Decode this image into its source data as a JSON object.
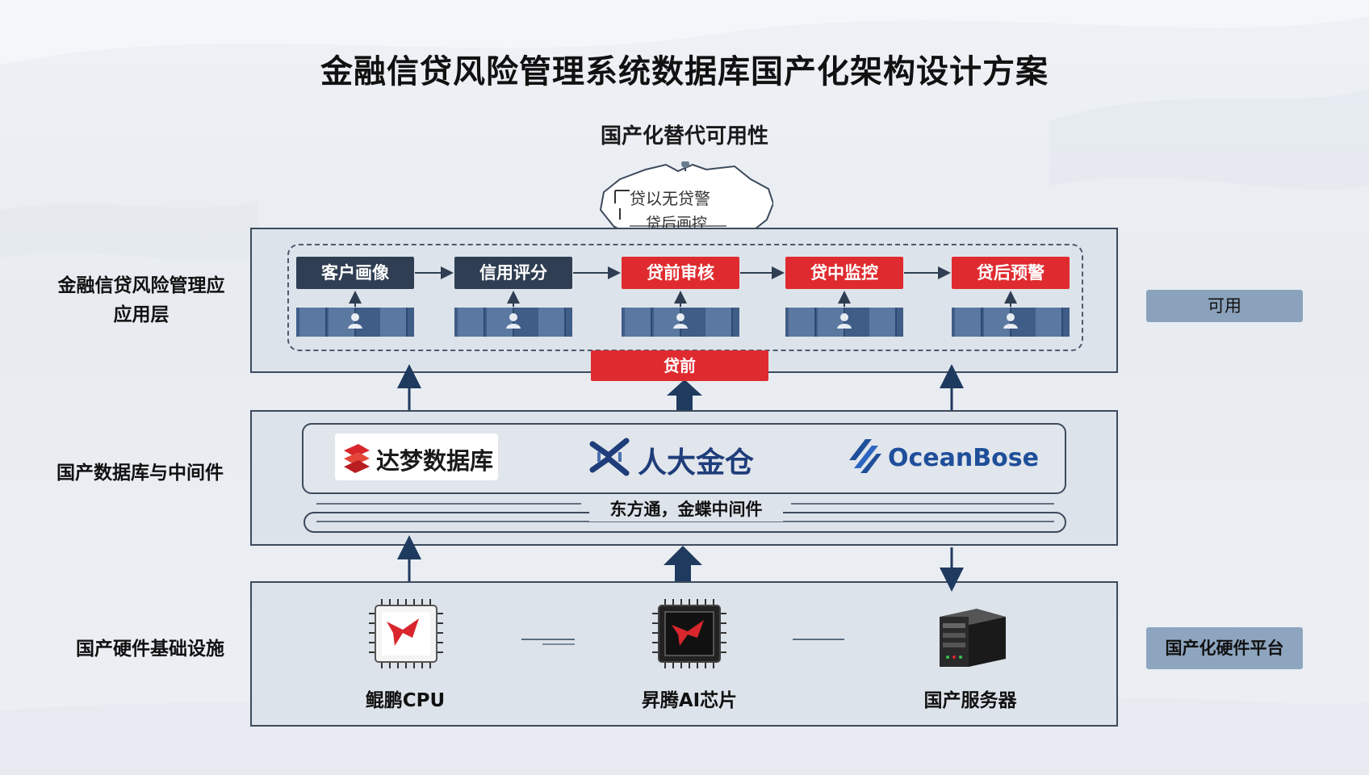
{
  "title": "金融信贷风险管理系统数据库国产化架构设计方案",
  "subtitle": "国产化替代可用性",
  "cloud": {
    "line1": "贷以无贷警",
    "line2": "贷后画控"
  },
  "layers": {
    "application": {
      "label_line1": "金融信贷风险管理应",
      "label_line2": "应用层"
    },
    "database": {
      "label": "国产数据库与中间件"
    },
    "hardware": {
      "label": "国产硬件基础设施"
    }
  },
  "flow": [
    {
      "label": "客户画像",
      "color": "#2f3e52"
    },
    {
      "label": "信用评分",
      "color": "#2f3e52"
    },
    {
      "label": "贷前审核",
      "color": "#df2b2f"
    },
    {
      "label": "贷中监控",
      "color": "#df2b2f"
    },
    {
      "label": "贷后预警",
      "color": "#df2b2f"
    }
  ],
  "loan_pre_label": "贷前",
  "side": {
    "available": "可用",
    "hardware_platform": "国产化硬件平台"
  },
  "databases": {
    "dameng": "达梦数据库",
    "kingbase": "人大金仓",
    "oceanbase": "OceanBose"
  },
  "middleware": "东方通，金蝶中间件",
  "hardware": {
    "cpu": "鲲鹏CPU",
    "ai_chip": "昇腾AI芯片",
    "server": "国产服务器"
  },
  "colors": {
    "dark_navy": "#2f3e52",
    "accent_red": "#df2b2f",
    "layer_bg": "#dde3ea",
    "arrow": "#1e3a5f"
  }
}
